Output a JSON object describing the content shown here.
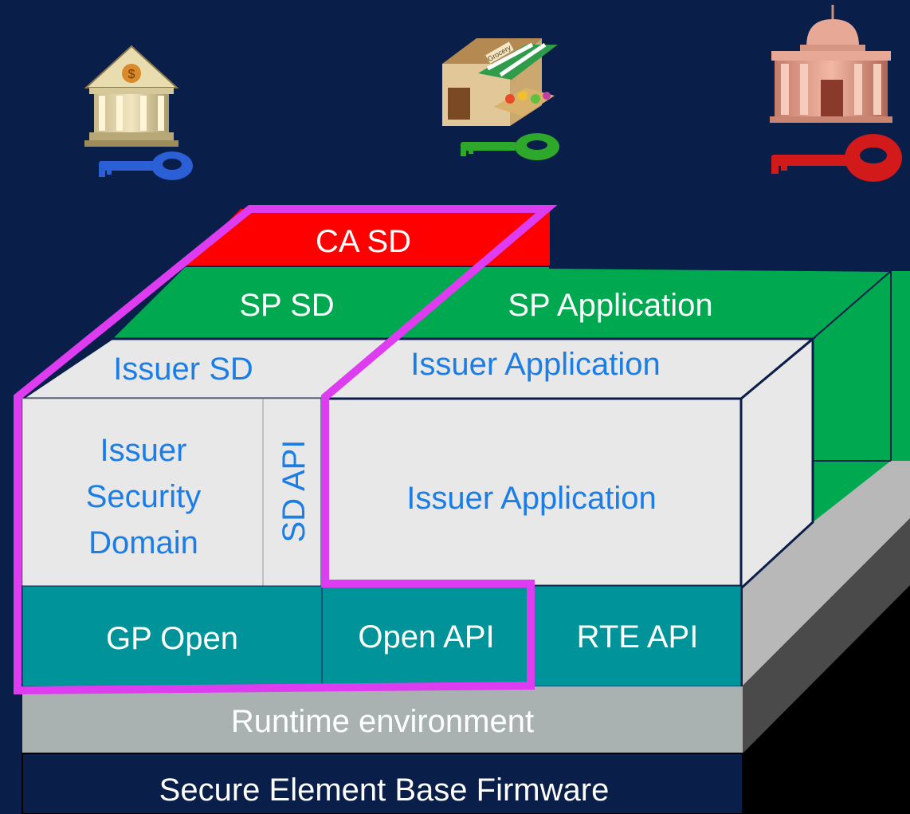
{
  "icons": {
    "bank": {
      "name": "bank-icon",
      "sign": "$"
    },
    "grocery": {
      "name": "grocery-store-icon",
      "sign": "Grocery"
    },
    "government": {
      "name": "government-building-icon"
    },
    "keys": [
      {
        "name": "blue-key-icon",
        "color": "#2a5fd6"
      },
      {
        "name": "green-key-icon",
        "color": "#2ea82a"
      },
      {
        "name": "red-key-icon",
        "color": "#d21a1a"
      }
    ]
  },
  "layers": {
    "ca_sd": "CA SD",
    "sp_sd": "SP SD",
    "sp_application": "SP Application",
    "issuer_sd_top": "Issuer SD",
    "issuer_application_top": "Issuer Application",
    "issuer_security_domain": [
      "Issuer",
      "Security",
      "Domain"
    ],
    "sd_api": "SD API",
    "issuer_application_front": "Issuer Application",
    "gp_open": "GP Open",
    "open_api": "Open API",
    "rte_api": "RTE API",
    "runtime_environment": "Runtime environment",
    "secure_element_base_firmware": "Secure Element Base Firmware"
  },
  "colors": {
    "background": "#0a1e4a",
    "ca_sd": "#ff0000",
    "sp": "#00a84f",
    "issuer_fill": "#e8e8e8",
    "issuer_text": "#1a7ee6",
    "teal": "#00949a",
    "runtime": "#a9b2b1",
    "outline": "#dd3cf0"
  }
}
